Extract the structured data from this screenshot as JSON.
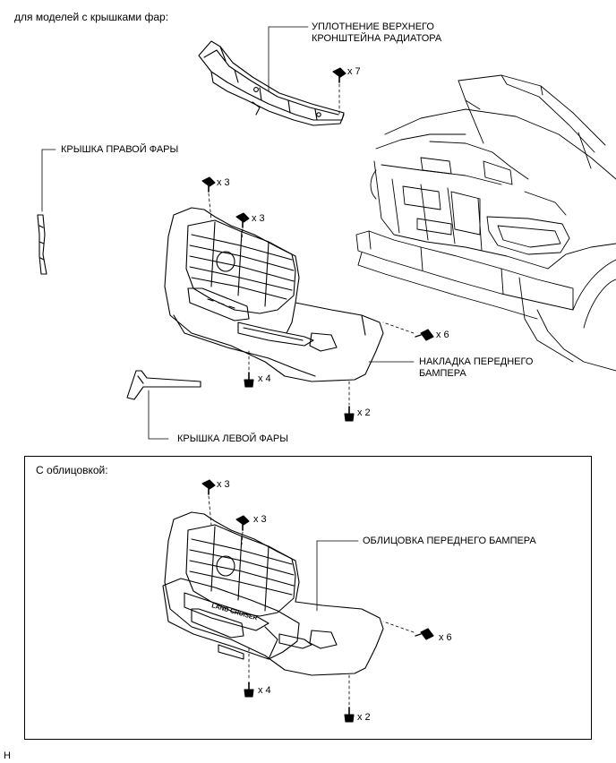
{
  "heading_top": "для моделей с крышками фар:",
  "labels": {
    "radiator_seal_line1": "УПЛОТНЕНИЕ ВЕРХНЕГО",
    "radiator_seal_line2": "КРОНШТЕЙНА РАДИАТОРА",
    "right_lamp_cover": "КРЫШКА ПРАВОЙ ФАРЫ",
    "bumper_cover_line1": "НАКЛАДКА ПЕРЕДНЕГО",
    "bumper_cover_line2": "БАМПЕРА",
    "left_lamp_cover": "КРЫШКА ЛЕВОЙ ФАРЫ",
    "box_heading": "С облицовкой:",
    "bumper_trim": "ОБЛИЦОВКА ПЕРЕДНЕГО БАМПЕРА",
    "footer": "H"
  },
  "quantities": {
    "q1": "x 7",
    "q2": "x 3",
    "q3": "x 3",
    "q4": "x 6",
    "q5": "x 4",
    "q6": "x 2",
    "q7": "x 3",
    "q8": "x 3",
    "q9": "x 6",
    "q10": "x 4",
    "q11": "x 2"
  },
  "emblem_text": "LAND CRUISER"
}
